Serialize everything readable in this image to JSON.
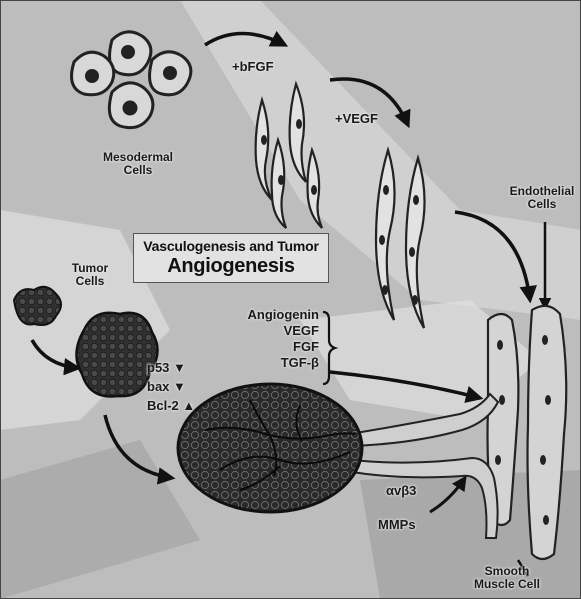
{
  "title": {
    "line1": "Vasculogenesis and Tumor",
    "line2": "Angiogenesis"
  },
  "labels": {
    "mesodermal": [
      "Mesodermal",
      "Cells"
    ],
    "bfgf": "+bFGF",
    "vegf_add": "+VEGF",
    "endothelial": [
      "Endothelial",
      "Cells"
    ],
    "tumor_cells": [
      "Tumor",
      "Cells"
    ],
    "factors": [
      "Angiogenin",
      "VEGF",
      "FGF",
      "TGF-β"
    ],
    "regulators": [
      {
        "name": "p53",
        "arrow": "down"
      },
      {
        "name": "bax",
        "arrow": "down"
      },
      {
        "name": "Bcl-2",
        "arrow": "up"
      }
    ],
    "integrin": "αvβ3",
    "mmps": "MMPs",
    "smooth_muscle": [
      "Smooth",
      "Muscle Cell"
    ]
  },
  "colors": {
    "background": "#bdbdbd",
    "cell_fill": "#d8d8d8",
    "cell_dark": "#3a3a3a",
    "ink": "#1a1a1a"
  },
  "icons": [
    "mesodermal-cell-icon",
    "endothelial-cell-icon",
    "tumor-cluster-icon",
    "tumor-mass-icon",
    "arrow-icon"
  ]
}
